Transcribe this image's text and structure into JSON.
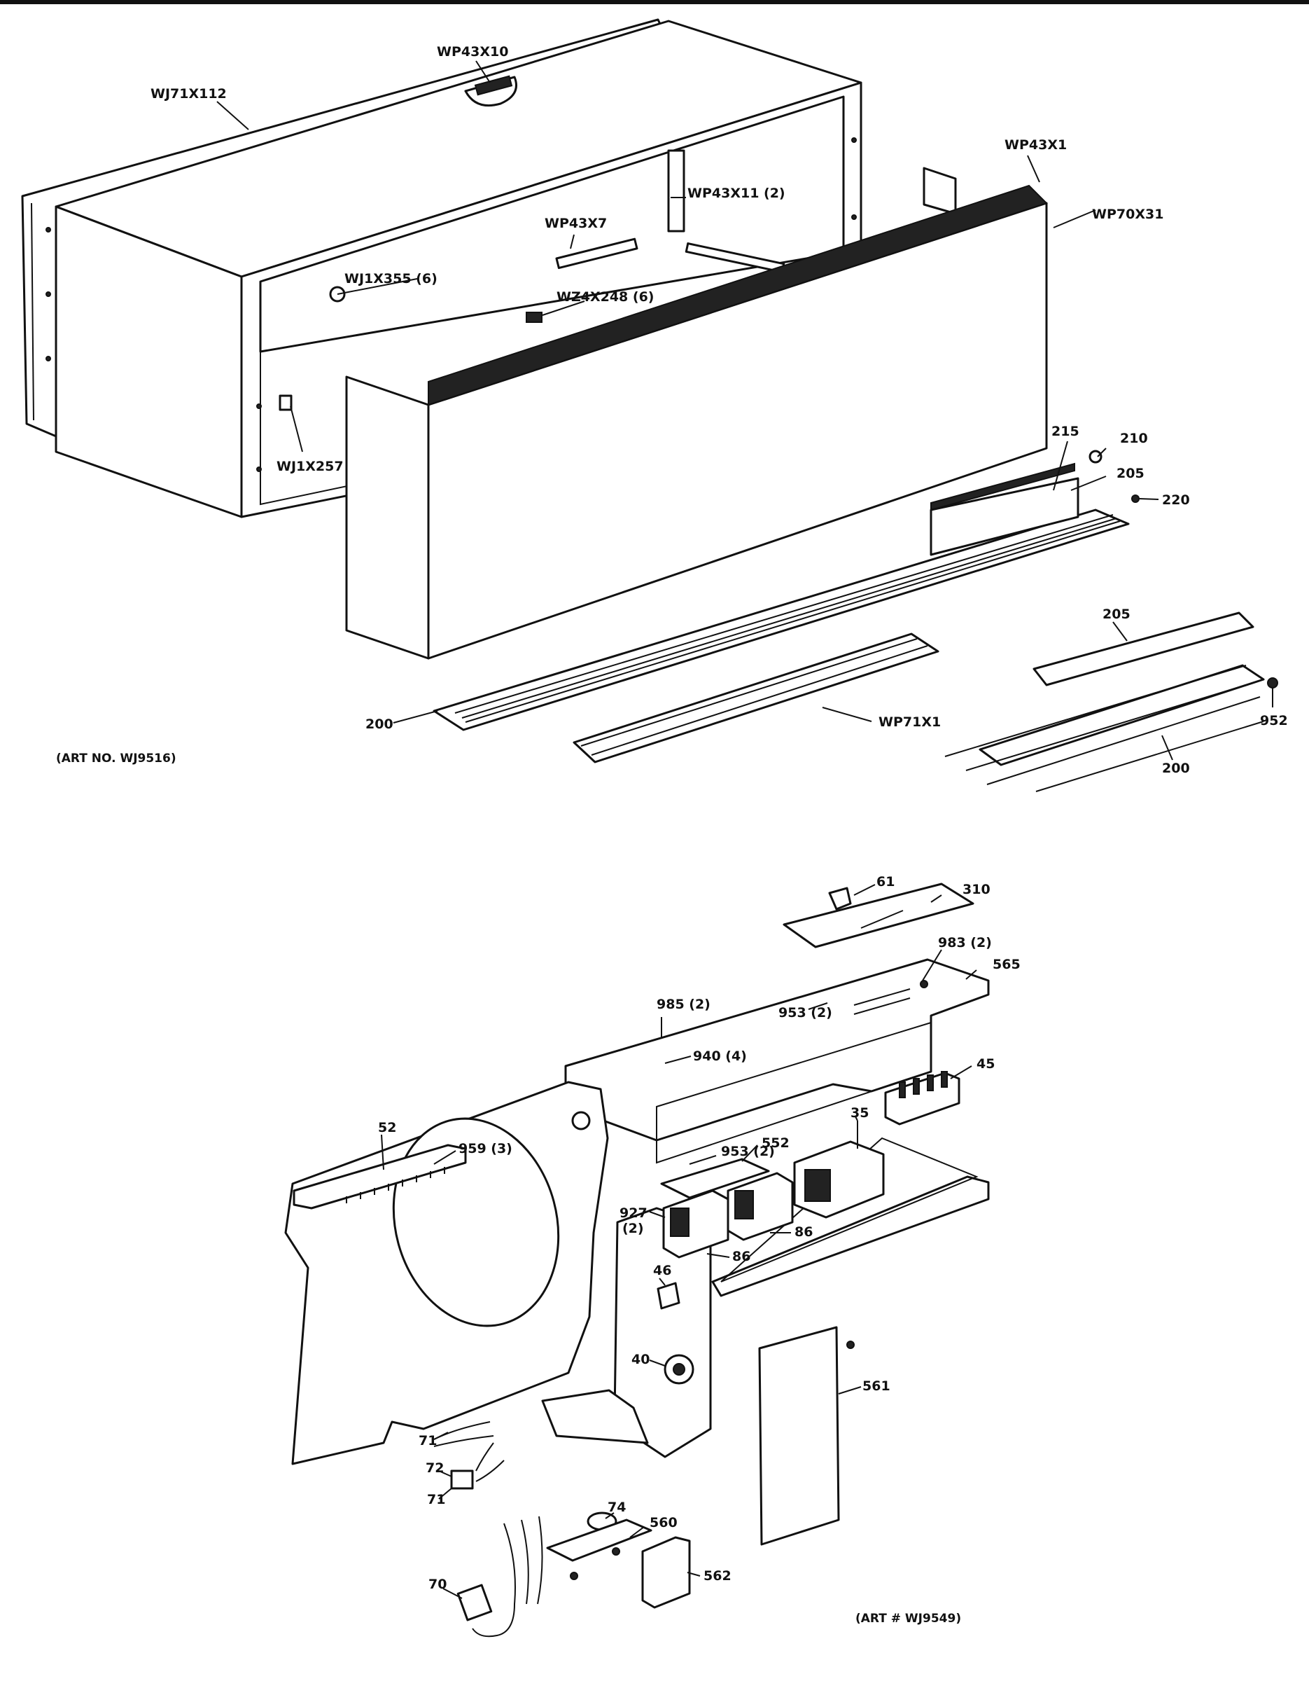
{
  "art_numbers": {
    "upper": "(ART NO. WJ9516)",
    "lower": "(ART # WJ9549)"
  },
  "labels": {
    "wp43x10": "WP43X10",
    "wj71x112": "WJ71X112",
    "wp43x1": "WP43X1",
    "wp43x11": "WP43X11 (2)",
    "wp70x31": "WP70X31",
    "wp43x7": "WP43X7",
    "wj1x355": "WJ1X355 (6)",
    "wz4x248": "WZ4X248 (6)",
    "wj1x257": "WJ1X257",
    "p215": "215",
    "p210": "210",
    "p205a": "205",
    "p220": "220",
    "p205b": "205",
    "p200a": "200",
    "wp71x1": "WP71X1",
    "p952": "952",
    "p200b": "200",
    "p61": "61",
    "p310": "310",
    "p983": "983 (2)",
    "p565": "565",
    "p985": "985 (2)",
    "p953a": "953 (2)",
    "p940": "940 (4)",
    "p45": "45",
    "p52": "52",
    "p959": "959 (3)",
    "p35": "35",
    "p953b": "953 (2)",
    "p552": "552",
    "p927": "927",
    "p927q": "(2)",
    "p86a": "86",
    "p86b": "86",
    "p46": "46",
    "p561": "561",
    "p40": "40",
    "p71a": "71",
    "p72": "72",
    "p71b": "71",
    "p74": "74",
    "p560": "560",
    "p70": "70",
    "p562": "562"
  }
}
